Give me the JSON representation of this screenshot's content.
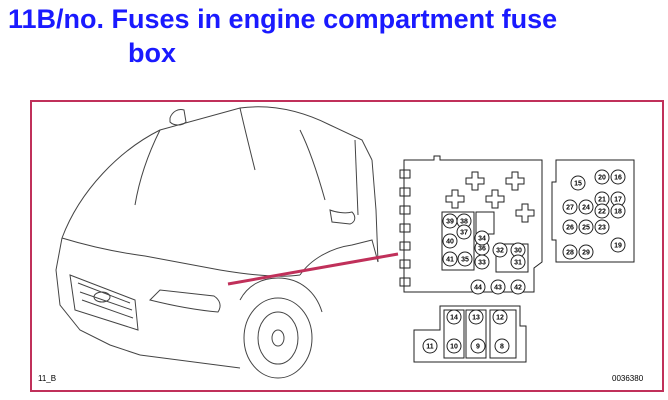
{
  "title": {
    "line1": "11B/no. Fuses in engine compartment fuse",
    "line2": "box"
  },
  "colors": {
    "title": "#1a1aff",
    "frame": "#c0305a",
    "pointer": "#c0305a"
  },
  "figure": {
    "code_left": "11_B",
    "code_right": "0036380"
  },
  "fuses": {
    "main_box": [
      "39",
      "38",
      "37",
      "40",
      "36",
      "34",
      "41",
      "35",
      "33",
      "32",
      "30",
      "31"
    ],
    "main_box_bottom": [
      "44",
      "43",
      "42"
    ],
    "right_box": [
      "15",
      "20",
      "16",
      "21",
      "17",
      "27",
      "24",
      "22",
      "18",
      "25",
      "26",
      "23",
      "19",
      "28",
      "29"
    ],
    "lower_box": [
      "14",
      "13",
      "12",
      "11",
      "10",
      "9",
      "8"
    ]
  }
}
